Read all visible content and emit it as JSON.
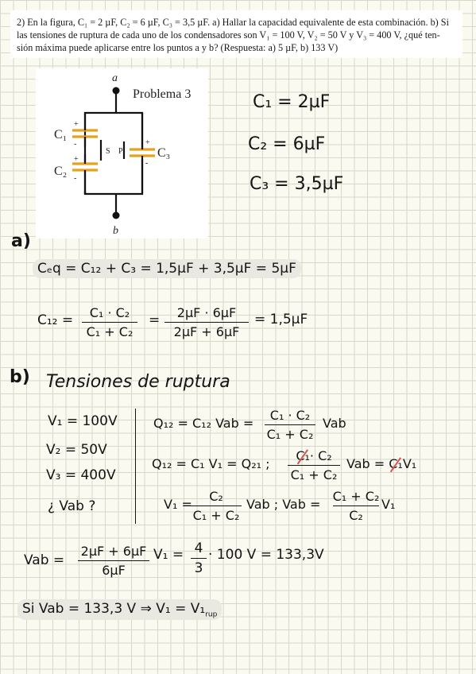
{
  "problem": {
    "text": "2) En la figura, C₁ = 2 µF, C₂ = 6 µF, C₃ = 3,5 µF. a) Hallar la capacidad equivalente de esta combinación. b) Si las tensiones de ruptura de cada uno de los condensadores son V₁ = 100 V, V₂ = 50 V y V₃ = 400 V, ¿qué ten- sión máxima puede aplicarse entre los puntos a y b? (Respuesta: a) 5 µF, b) 133 V)"
  },
  "figure": {
    "title": "Problema 3",
    "node_a": "a",
    "node_b": "b",
    "c1": "C₁",
    "c2": "C₂",
    "c3": "C₃",
    "s": "S",
    "p": "P",
    "plus": "+",
    "minus": "-"
  },
  "given": {
    "c1": "C₁ = 2µF",
    "c2": "C₂ = 6µF",
    "c3": "C₃ = 3,5µF"
  },
  "part_a": {
    "label": "a)",
    "ceq": "Cₑq = C₁₂ + C₃ = 1,5µF + 3,5µF = 5µF",
    "c12_lhs": "C₁₂ =",
    "f1_num": "C₁ · C₂",
    "f1_den": "C₁ + C₂",
    "eq1": "=",
    "f2_num": "2µF · 6µF",
    "f2_den": "2µF + 6µF",
    "result": "= 1,5µF"
  },
  "part_b": {
    "label": "b)",
    "heading": "Tensiones de ruptura",
    "v1": "V₁ = 100V",
    "v2": "V₂ = 50V",
    "v3": "V₃ = 400V",
    "vab_q": "¿ Vab ?",
    "rup": "rup",
    "q12_lhs": "Q₁₂ = C₁₂ Vab =",
    "q12_num": "C₁ · C₂",
    "q12_den": "C₁ + C₂",
    "q12_tail": "Vab",
    "q_eq_lhs": "Q₁₂ = C₁ V₁ = Q₂₁ ;",
    "q_eq_c1": "C₁",
    "q_eq_num_rest": "· C₂",
    "q_eq_den": "C₁ + C₂",
    "q_eq_tail_a": "Vab =",
    "q_eq_tail_c": "C₁",
    "q_eq_tail_v": "V₁",
    "v1_lhs": "V₁ =",
    "v1_num": "C₂",
    "v1_den": "C₁ + C₂",
    "v1_mid": "Vab ;  Vab =",
    "v1_num2": "C₁ + C₂",
    "v1_den2": "C₂",
    "v1_tail": "V₁",
    "vab_lhs": "Vab =",
    "vab_num": "2µF + 6µF",
    "vab_den": "6µF",
    "vab_v1": "V₁ =",
    "vab_num2": "4",
    "vab_den2": "3",
    "vab_result": "· 100 V = 133,3V",
    "final_a": "Si  Vab = 133,3 V ⇒  V₁ = V₁",
    "final_sub": "rup"
  }
}
